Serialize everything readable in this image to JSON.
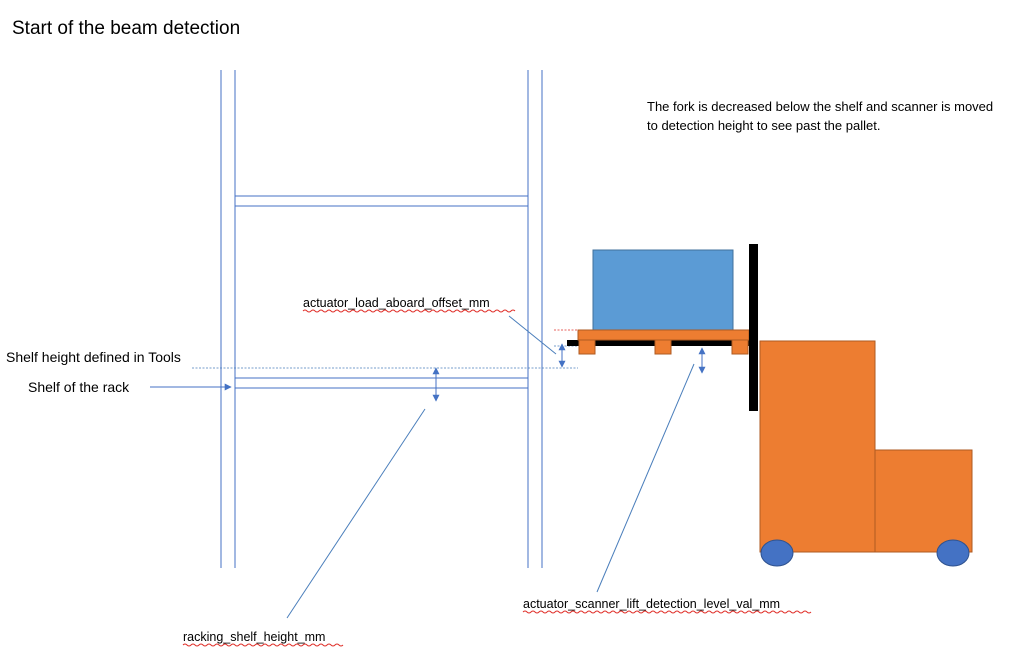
{
  "title": "Start of the beam detection",
  "note_lines": [
    "The fork is decreased below the shelf and scanner is moved",
    "to detection height to see past the pallet."
  ],
  "labels": {
    "shelf_height_tools": "Shelf height defined in Tools",
    "shelf_of_rack": "Shelf of the rack"
  },
  "variables": {
    "load_aboard_offset": "actuator_load_aboard_offset_mm",
    "scanner_lift_level": "actuator_scanner_lift_detection_level_val_mm",
    "racking_shelf_height": "racking_shelf_height_mm"
  },
  "colors": {
    "rack_line": "#4472c4",
    "pointer_line": "#4a7ebb",
    "arrow": "#4472c4",
    "box_fill": "#5b9bd5",
    "box_stroke": "#41719c",
    "forklift_fill": "#ed7d31",
    "forklift_stroke": "#ae5a21",
    "wheel_fill": "#4472c4",
    "mast": "#000000"
  }
}
